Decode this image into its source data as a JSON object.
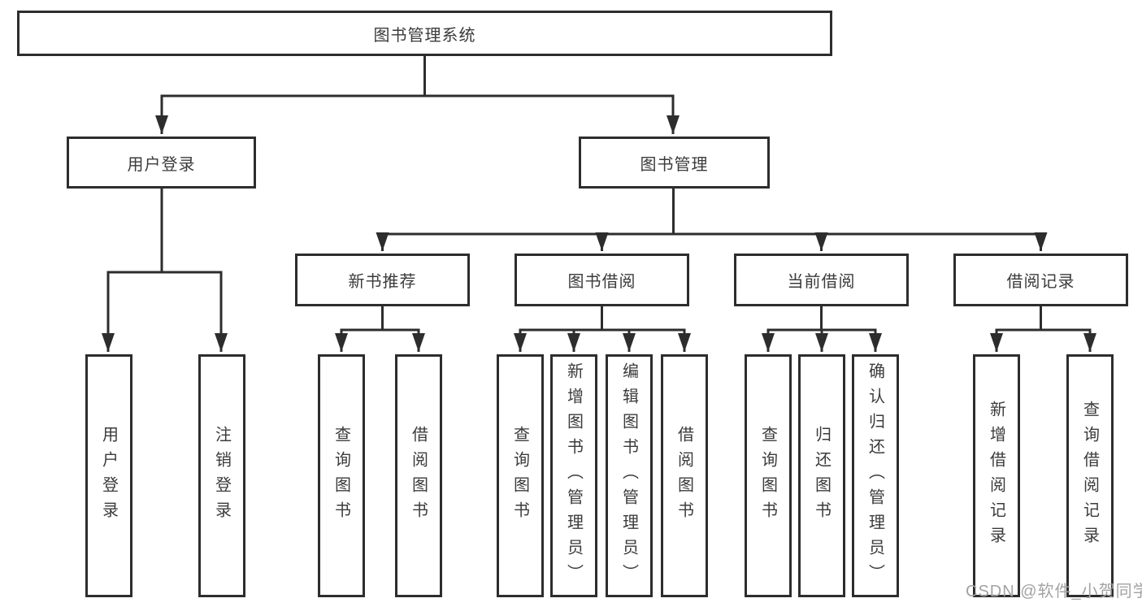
{
  "diagram": {
    "title": {
      "label": "图书管理系统"
    },
    "user_login": {
      "label": "用户登录",
      "leaves": [
        {
          "label": "用户登录"
        },
        {
          "label": "注销登录"
        }
      ]
    },
    "book_management": {
      "label": "图书管理",
      "groups": [
        {
          "label": "新书推荐",
          "leaves": [
            {
              "label": "查询图书"
            },
            {
              "label": "借阅图书"
            }
          ]
        },
        {
          "label": "图书借阅",
          "leaves": [
            {
              "label": "查询图书"
            },
            {
              "label": "新增图书（管理员）"
            },
            {
              "label": "编辑图书（管理员）"
            },
            {
              "label": "借阅图书"
            }
          ]
        },
        {
          "label": "当前借阅",
          "leaves": [
            {
              "label": "查询图书"
            },
            {
              "label": "归还图书"
            },
            {
              "label": "确认归还（管理员）"
            }
          ]
        },
        {
          "label": "借阅记录",
          "leaves": [
            {
              "label": "新增借阅记录"
            },
            {
              "label": "查询借阅记录"
            }
          ]
        }
      ]
    },
    "watermark": "CSDN @软件_小贺同学",
    "colors": {
      "line": "#2d2d2d",
      "box_border": "#2d2d2d",
      "box_fill": "#ffffff",
      "text": "#3b3b3b",
      "watermark": "#a3a3a3",
      "background": "#ffffff"
    }
  }
}
